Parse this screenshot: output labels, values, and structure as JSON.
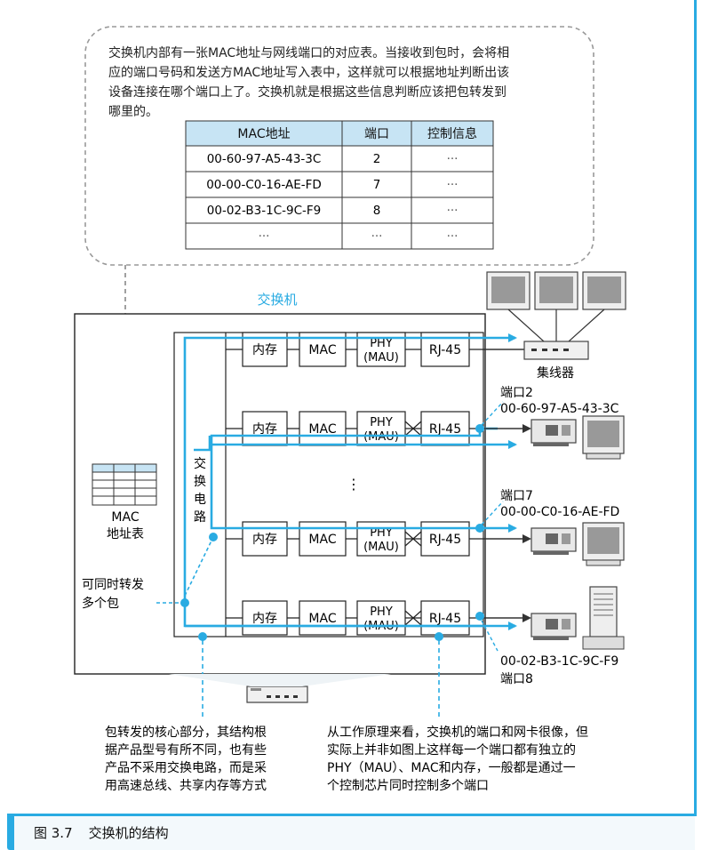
{
  "callout": {
    "text": "交换机内部有一张MAC地址与网线端口的对应表。当接收到包时，会将相应的端口号码和发送方MAC地址写入表中，这样就可以根据地址判断出该设备连接在哪个端口上了。交换机就是根据这些信息判断应该把包转发到哪里的。",
    "lines": [
      "交换机内部有一张MAC地址与网线端口的对应表。当接收到包时，会将相",
      "应的端口号码和发送方MAC地址写入表中，这样就可以根据地址判断出该",
      "设备连接在哪个端口上了。交换机就是根据这些信息判断应该把包转发到",
      "哪里的。"
    ]
  },
  "mac_table": {
    "headers": [
      "MAC地址",
      "端口",
      "控制信息"
    ],
    "rows": [
      [
        "00-60-97-A5-43-3C",
        "2",
        "···"
      ],
      [
        "00-00-C0-16-AE-FD",
        "7",
        "···"
      ],
      [
        "00-02-B3-1C-9C-F9",
        "8",
        "···"
      ],
      [
        "···",
        "···",
        "···"
      ]
    ]
  },
  "switch": {
    "title": "交换机",
    "mac_table_label_1": "MAC",
    "mac_table_label_2": "地址表",
    "switching_circuit": [
      "交",
      "换",
      "电",
      "路"
    ],
    "parallel_note_1": "可同时转发",
    "parallel_note_2": "多个包",
    "row_blocks": {
      "memory": "内存",
      "mac": "MAC",
      "phy_1": "PHY",
      "phy_2": "(MAU)",
      "rj45": "RJ-45"
    },
    "vertical_ellipsis": "⋮"
  },
  "ports": {
    "hub_label": "集线器",
    "port2_label": "端口2",
    "port2_mac": "00-60-97-A5-43-3C",
    "port7_label": "端口7",
    "port7_mac": "00-00-C0-16-AE-FD",
    "port8_mac": "00-02-B3-1C-9C-F9",
    "port8_label": "端口8"
  },
  "notes": {
    "left": [
      "包转发的核心部分，其结构根",
      "据产品型号有所不同，也有些",
      "产品不采用交换电路，而是采",
      "用高速总线、共享内存等方式"
    ],
    "right": [
      "从工作原理来看，交换机的端口和网卡很像，但",
      "实际上并非如图上这样每一个端口都有独立的",
      "PHY（MAU）、MAC和内存，一般都是通过一",
      "个控制芯片同时控制多个端口"
    ]
  },
  "caption": {
    "figure_number": "图 3.7",
    "title": "交换机的结构"
  },
  "colors": {
    "accent": "#29abe2",
    "line": "#333333",
    "dashed": "#888888"
  }
}
